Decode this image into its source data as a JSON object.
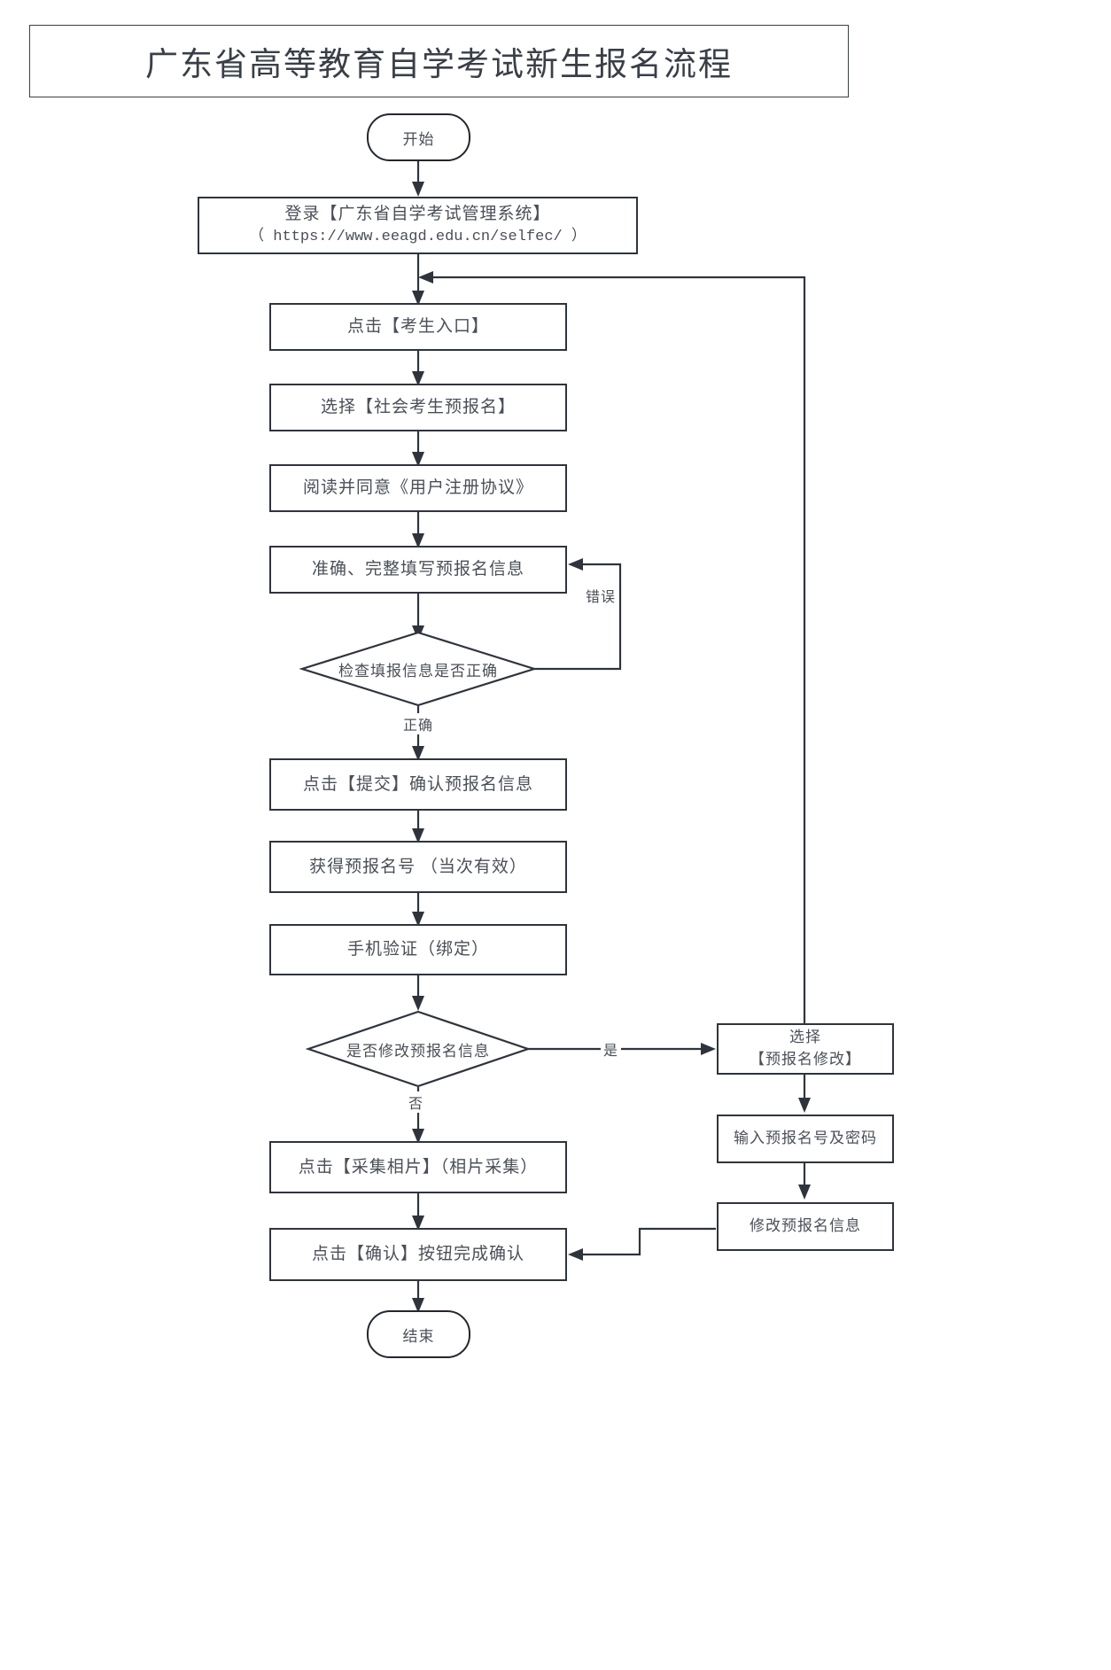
{
  "title": "广东省高等教育自学考试新生报名流程",
  "flow": {
    "start": "开始",
    "end": "结束",
    "login": {
      "line1": "登录【广东省自学考试管理系统】",
      "line2": "（ https://www.eeagd.edu.cn/selfec/ ）"
    },
    "steps": {
      "candidate_entry": "点击【考生入口】",
      "social_pre_reg": "选择【社会考生预报名】",
      "agreement": "阅读并同意《用户注册协议》",
      "fill_info": "准确、完整填写预报名信息",
      "submit": "点击【提交】确认预报名信息",
      "get_number": "获得预报名号 （当次有效）",
      "phone_verify": "手机验证（绑定）",
      "photo_collect": "点击【采集相片】（相片采集）",
      "confirm": "点击【确认】按钮完成确认"
    },
    "decisions": {
      "check_info": "检查填报信息是否正确",
      "modify_info": "是否修改预报名信息"
    },
    "modify_branch": {
      "select_modify_line1": "选择",
      "select_modify_line2": "【预报名修改】",
      "input_credentials": "输入预报名号及密码",
      "do_modify": "修改预报名信息"
    },
    "edge_labels": {
      "wrong": "错误",
      "correct": "正确",
      "yes": "是",
      "no": "否"
    }
  },
  "colors": {
    "stroke": "#2f343c",
    "text": "#4a4f57",
    "background": "#ffffff"
  }
}
